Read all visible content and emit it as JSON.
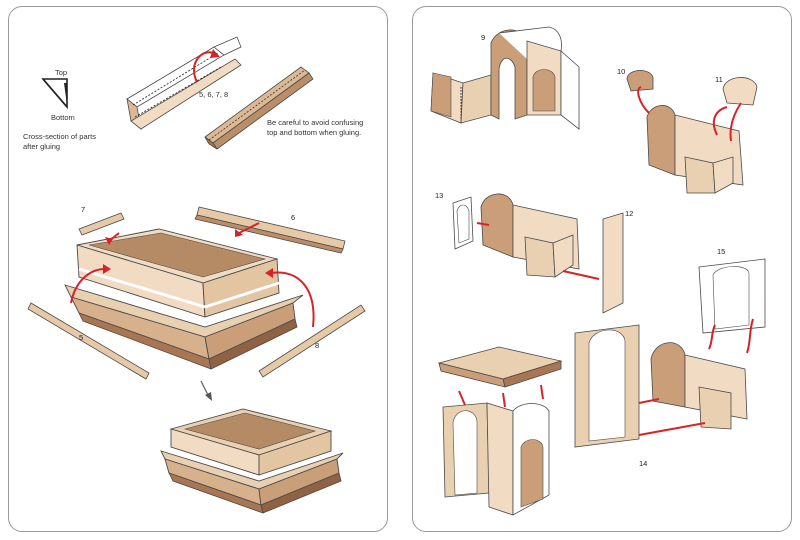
{
  "colors": {
    "face": "#f1dcc3",
    "side": "#dcb995",
    "top": "#bb8e68",
    "dark": "#a87653",
    "arrow": "#d8222a",
    "outline": "#4a4a4a",
    "panel_border": "#9a9a9a"
  },
  "left": {
    "legend": {
      "top": "Top",
      "bottom": "Bottom",
      "caption_line1": "Cross-section of parts",
      "caption_line2": "after gluing"
    },
    "note_line1": "Be careful to avoid confusing",
    "note_line2": "top and bottom when gluing.",
    "labels": {
      "strip_steps": "5, 6, 7, 8",
      "s7": "7",
      "s6": "6",
      "s5": "5",
      "s8": "8"
    }
  },
  "right": {
    "labels": {
      "s9": "9",
      "s10": "10",
      "s11": "11",
      "s12": "12",
      "s13": "13",
      "s14": "14",
      "s15": "15"
    }
  }
}
